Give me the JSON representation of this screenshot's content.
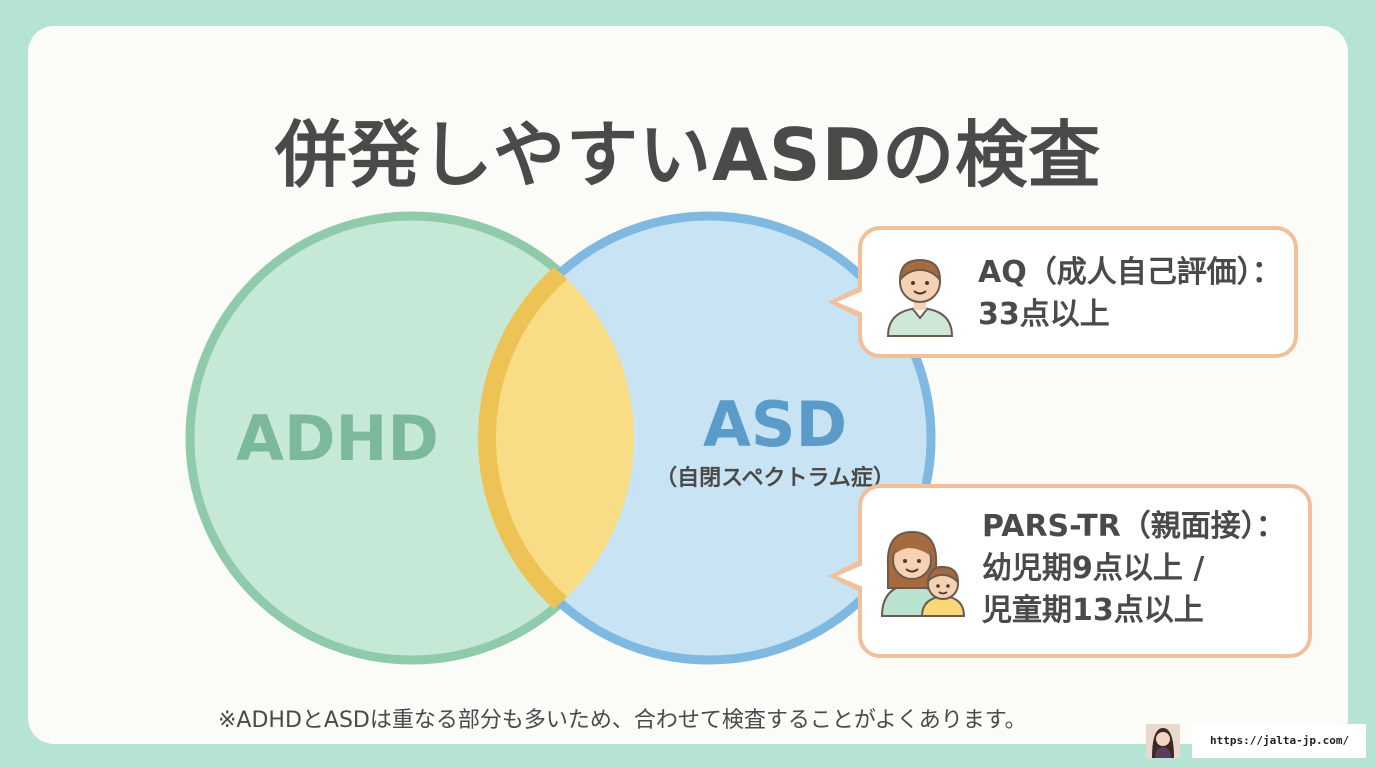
{
  "title": "併発しやすいASDの検査",
  "venn": {
    "left_label": "ADHD",
    "right_label": "ASD",
    "right_sublabel": "（自閉スペクトラム症）",
    "colors": {
      "left_fill": "#c6e9d7",
      "left_stroke": "#8fcbab",
      "right_fill": "#c8e4f4",
      "right_stroke": "#7fb8e0",
      "overlap_fill": "#f9dd86",
      "overlap_stroke": "#ecc354"
    }
  },
  "bubbles": [
    {
      "icon": "adult-person-icon",
      "line1": "AQ（成人自己評価）：",
      "line2": "33点以上"
    },
    {
      "icon": "parent-child-icon",
      "line1": "PARS-TR（親面接）：",
      "line2": "幼児期9点以上 /",
      "line3": "児童期13点以上"
    }
  ],
  "note": "※ADHDとASDは重なる部分も多いため、合わせて検査することがよくあります。",
  "footer": {
    "url": "https://jalta-jp.com/"
  },
  "colors": {
    "background": "#b5e3d4",
    "card": "#fbfbf8",
    "bubble_border": "#f0c09a",
    "text": "#4a4a48"
  }
}
